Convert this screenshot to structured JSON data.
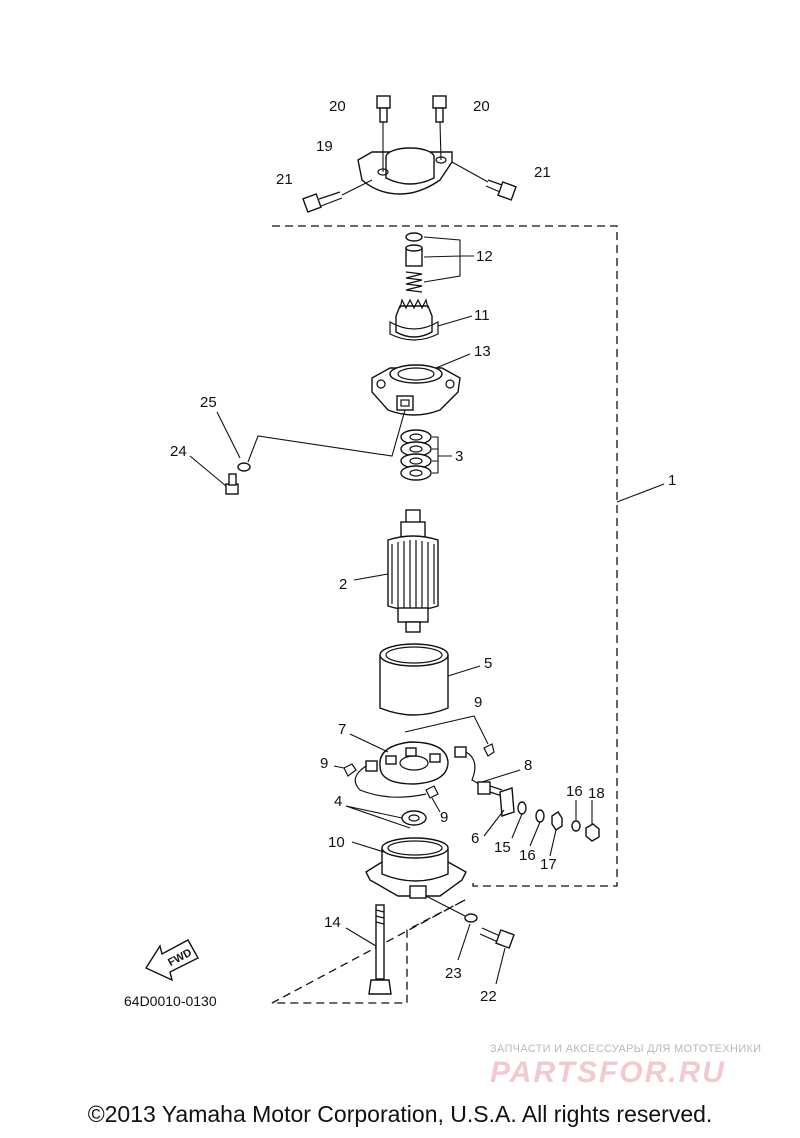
{
  "callouts": [
    {
      "id": "c20a",
      "text": "20"
    },
    {
      "id": "c20b",
      "text": "20"
    },
    {
      "id": "c19",
      "text": "19"
    },
    {
      "id": "c21a",
      "text": "21"
    },
    {
      "id": "c21b",
      "text": "21"
    },
    {
      "id": "c12",
      "text": "12"
    },
    {
      "id": "c11",
      "text": "11"
    },
    {
      "id": "c13",
      "text": "13"
    },
    {
      "id": "c25",
      "text": "25"
    },
    {
      "id": "c24",
      "text": "24"
    },
    {
      "id": "c3",
      "text": "3"
    },
    {
      "id": "c1",
      "text": "1"
    },
    {
      "id": "c2",
      "text": "2"
    },
    {
      "id": "c5",
      "text": "5"
    },
    {
      "id": "c9a",
      "text": "9"
    },
    {
      "id": "c7",
      "text": "7"
    },
    {
      "id": "c9b",
      "text": "9"
    },
    {
      "id": "c8",
      "text": "8"
    },
    {
      "id": "c9c",
      "text": "9"
    },
    {
      "id": "c4",
      "text": "4"
    },
    {
      "id": "c16a",
      "text": "16"
    },
    {
      "id": "c18",
      "text": "18"
    },
    {
      "id": "c6",
      "text": "6"
    },
    {
      "id": "c15",
      "text": "15"
    },
    {
      "id": "c16b",
      "text": "16"
    },
    {
      "id": "c17",
      "text": "17"
    },
    {
      "id": "c10",
      "text": "10"
    },
    {
      "id": "c14",
      "text": "14"
    },
    {
      "id": "c23",
      "text": "23"
    },
    {
      "id": "c22",
      "text": "22"
    }
  ],
  "fwd_label": "FWD",
  "diagram_code": "64D0010-0130",
  "watermark": {
    "tagline": "ЗАПЧАСТИ И АКСЕССУАРЫ ДЛЯ МОТОТЕХНИКИ",
    "logo": "PARTSFOR.RU"
  },
  "copyright": "©2013 Yamaha Motor Corporation, U.S.A. All rights reserved."
}
